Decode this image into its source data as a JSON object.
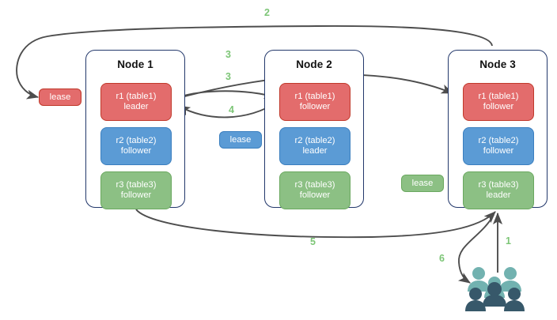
{
  "diagram": {
    "title_hidden": "",
    "colors": {
      "node_border": "#23386b",
      "red": "#e36c6c",
      "red_border": "#c0392b",
      "blue": "#5b9bd5",
      "blue_border": "#3b7fbf",
      "green": "#8cc084",
      "green_border": "#6aa85f",
      "arrow": "#4d4d4d",
      "label_green": "#7cc576",
      "people_light": "#72b2b0",
      "people_dark": "#37586a"
    },
    "nodes": [
      {
        "name": "node-1",
        "title": "Node 1",
        "replicas": [
          {
            "name": "r1-table1",
            "line1": "r1 (table1)",
            "line2": "leader",
            "color": "red"
          },
          {
            "name": "r2-table2",
            "line1": "r2 (table2)",
            "line2": "follower",
            "color": "blue"
          },
          {
            "name": "r3-table3",
            "line1": "r3 (table3)",
            "line2": "follower",
            "color": "green"
          }
        ]
      },
      {
        "name": "node-2",
        "title": "Node 2",
        "replicas": [
          {
            "name": "r1-table1",
            "line1": "r1 (table1)",
            "line2": "follower",
            "color": "red"
          },
          {
            "name": "r2-table2",
            "line1": "r2 (table2)",
            "line2": "leader",
            "color": "blue"
          },
          {
            "name": "r3-table3",
            "line1": "r3 (table3)",
            "line2": "follower",
            "color": "green"
          }
        ]
      },
      {
        "name": "node-3",
        "title": "Node 3",
        "replicas": [
          {
            "name": "r1-table1",
            "line1": "r1 (table1)",
            "line2": "follower",
            "color": "red"
          },
          {
            "name": "r2-table2",
            "line1": "r2 (table2)",
            "line2": "follower",
            "color": "blue"
          },
          {
            "name": "r3-table3",
            "line1": "r3 (table3)",
            "line2": "leader",
            "color": "green"
          }
        ]
      }
    ],
    "leases": [
      {
        "name": "lease-red",
        "label": "lease",
        "color": "red"
      },
      {
        "name": "lease-blue",
        "label": "lease",
        "color": "blue"
      },
      {
        "name": "lease-green",
        "label": "lease",
        "color": "green"
      }
    ],
    "step_labels": [
      {
        "name": "step-1",
        "label": "1"
      },
      {
        "name": "step-2",
        "label": "2"
      },
      {
        "name": "step-3a",
        "label": "3"
      },
      {
        "name": "step-3b",
        "label": "3"
      },
      {
        "name": "step-4",
        "label": "4"
      },
      {
        "name": "step-5",
        "label": "5"
      },
      {
        "name": "step-6",
        "label": "6"
      }
    ],
    "icons": {
      "users": "users-group-icon"
    }
  }
}
